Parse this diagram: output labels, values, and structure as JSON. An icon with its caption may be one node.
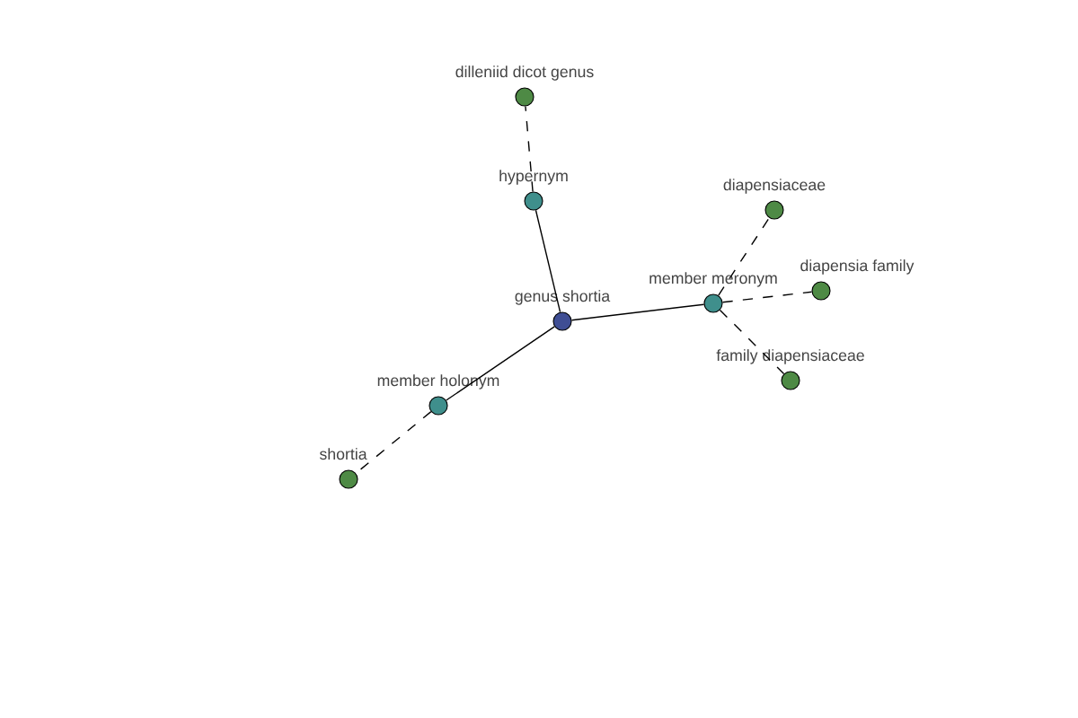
{
  "diagram": {
    "nodes": [
      {
        "text": [
          "dilleniid dicot genus"
        ]
      },
      {
        "text": [
          "diapensiaceae"
        ]
      },
      {
        "text": [
          "hypernym"
        ]
      },
      {
        "text": [
          "diapensia family"
        ]
      },
      {
        "text": [
          "member meronym"
        ]
      },
      {
        "text": [
          "genus shortia"
        ]
      },
      {
        "text": [
          "family diapensiaceae"
        ]
      },
      {
        "text": [
          "member holonym"
        ]
      },
      {
        "text": [
          "shortia"
        ]
      }
    ],
    "edges": [
      {
        "from": 5,
        "to": 2,
        "arrow": "none"
      },
      {
        "from": 2,
        "to": 0,
        "arrow": "none",
        "style": "dashed"
      },
      {
        "from": 5,
        "to": 4,
        "arrow": "none"
      },
      {
        "from": 4,
        "to": 1,
        "arrow": "none",
        "style": "dashed"
      },
      {
        "from": 4,
        "to": 3,
        "arrow": "none",
        "style": "dashed"
      },
      {
        "from": 4,
        "to": 6,
        "arrow": "none",
        "style": "dashed"
      },
      {
        "from": 5,
        "to": 7,
        "arrow": "none"
      },
      {
        "from": 7,
        "to": 8,
        "arrow": "none",
        "style": "dashed"
      }
    ]
  }
}
